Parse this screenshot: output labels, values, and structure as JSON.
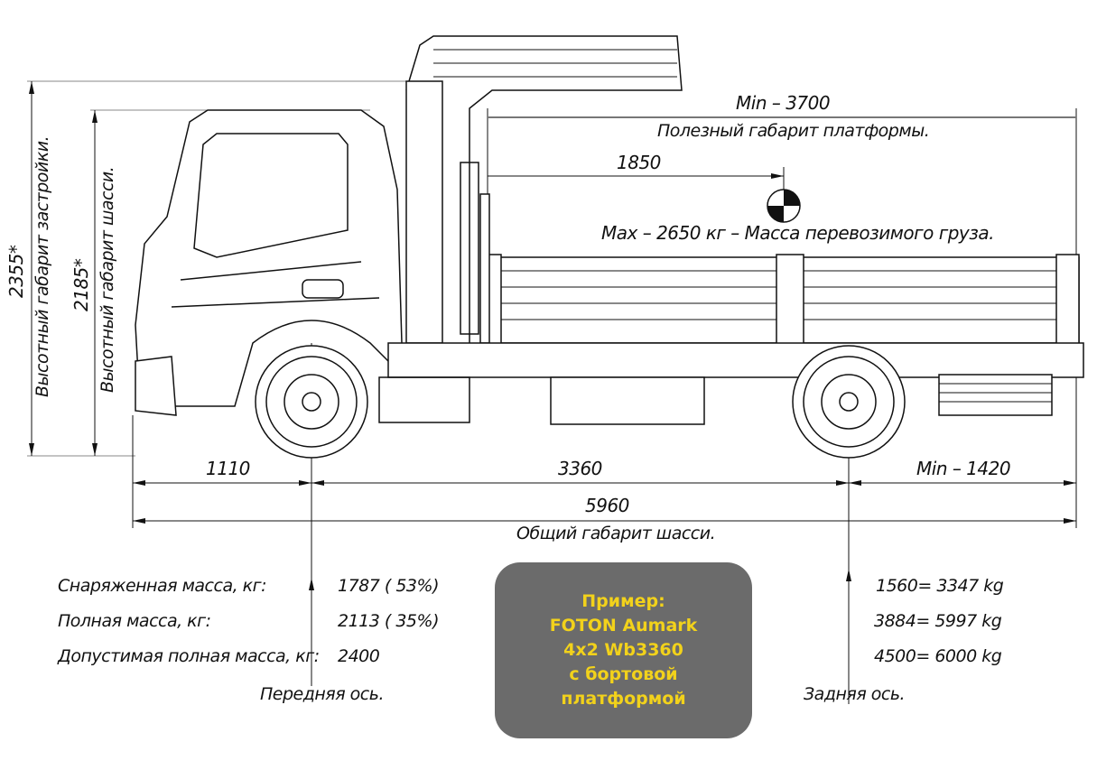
{
  "dimensions": {
    "height_crane": "2355*",
    "height_crane_label": "Высотный габарит застройки.",
    "height_chassis": "2185*",
    "height_chassis_label": "Высотный габарит шасси.",
    "front_overhang": "1110",
    "wheelbase": "3360",
    "rear_overhang": "Min – 1420",
    "total_length": "5960",
    "total_length_label": "Общий габарит шасси.",
    "platform_length": "Min – 3700",
    "platform_label": "Полезный габарит платформы.",
    "cog_distance": "1850",
    "payload": "Max – 2650 кг – Масса перевозимого груза."
  },
  "front_axle": {
    "rows": [
      {
        "label": "Снаряженная масса, кг:",
        "value": "1787 ( 53%)"
      },
      {
        "label": "Полная масса, кг:",
        "value": "2113 ( 35%)"
      },
      {
        "label": "Допустимая полная масса, кг:",
        "value": "2400"
      }
    ],
    "caption": "Передняя ось."
  },
  "rear_axle": {
    "rows": [
      "1560=  3347 kg",
      "3884=  5997 kg",
      "4500=  6000 kg"
    ],
    "caption": "Задняя ось."
  },
  "example_box": {
    "lines": [
      "Пример:",
      "FOTON Aumark",
      "4x2 Wb3360",
      "с бортовой",
      "платформой"
    ]
  },
  "colors": {
    "box_bg": "#6b6b6b",
    "box_text": "#f2d21b"
  }
}
